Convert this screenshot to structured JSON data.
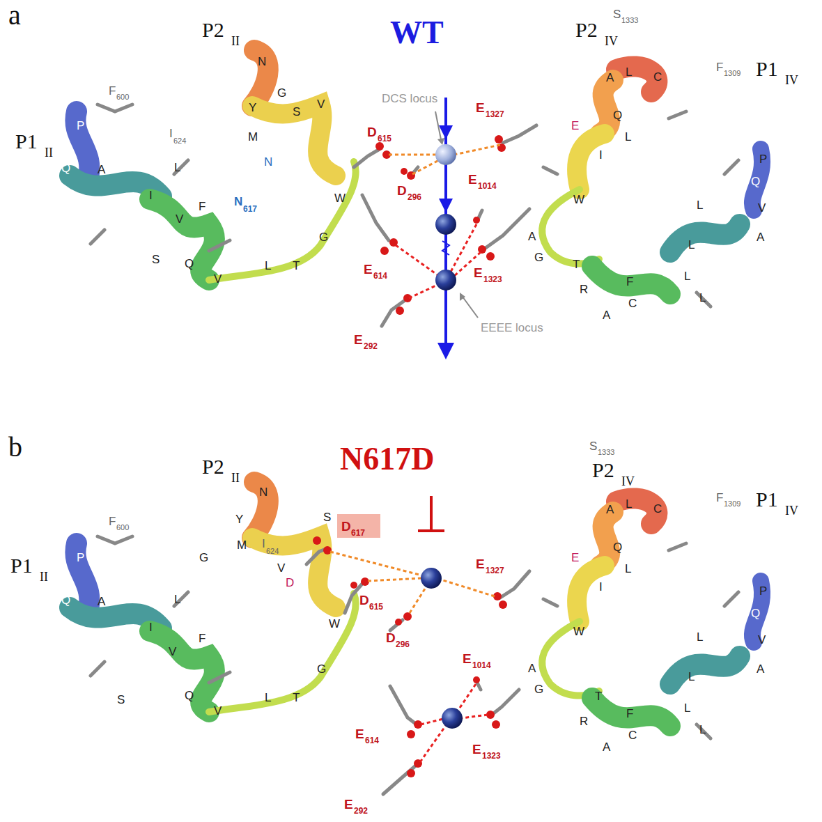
{
  "diagram": {
    "labels": [
      "a",
      "P2",
      "II",
      "WT",
      "P2",
      "IV",
      "S",
      "1333",
      "DCS locus",
      "E",
      "1327",
      "D",
      "615",
      "P1",
      "IV",
      "F",
      "1309",
      "P1",
      "II",
      "F",
      "600",
      "I",
      "624",
      "N",
      "617",
      "D",
      "296",
      "E",
      "1014",
      "E",
      "614",
      "E",
      "1323",
      "EEEE locus",
      "E",
      "292",
      "P",
      "Q",
      "A",
      "I",
      "L",
      "S",
      "V",
      "F",
      "Q",
      "V",
      "L",
      "T",
      "G",
      "W",
      "N",
      "N",
      "G",
      "Y",
      "M",
      "S",
      "V",
      "A",
      "L",
      "C",
      "Q",
      "L",
      "E",
      "I",
      "W",
      "A",
      "G",
      "T",
      "R",
      "C",
      "A",
      "F",
      "L",
      "L",
      "L",
      "L",
      "V",
      "Q",
      "P",
      "A",
      "b",
      "P2",
      "II",
      "N617D",
      "P2",
      "IV",
      "S",
      "1333",
      "D",
      "617",
      "E",
      "1327",
      "D",
      "615",
      "D",
      "296",
      "P1",
      "IV",
      "F",
      "1309",
      "P1",
      "II",
      "F",
      "600",
      "I",
      "624",
      "E",
      "1014",
      "E",
      "614",
      "E",
      "1323",
      "E",
      "292",
      "P",
      "Q",
      "A",
      "I",
      "L",
      "S",
      "V",
      "F",
      "Q",
      "V",
      "L",
      "T",
      "G",
      "W",
      "D",
      "N",
      "Y",
      "M",
      "G",
      "V",
      "S",
      "A",
      "L",
      "C",
      "Q",
      "L",
      "E",
      "I",
      "W",
      "A",
      "G",
      "T",
      "R",
      "C",
      "A",
      "F",
      "L",
      "L",
      "L",
      "L",
      "V",
      "Q",
      "P",
      "A"
    ]
  }
}
